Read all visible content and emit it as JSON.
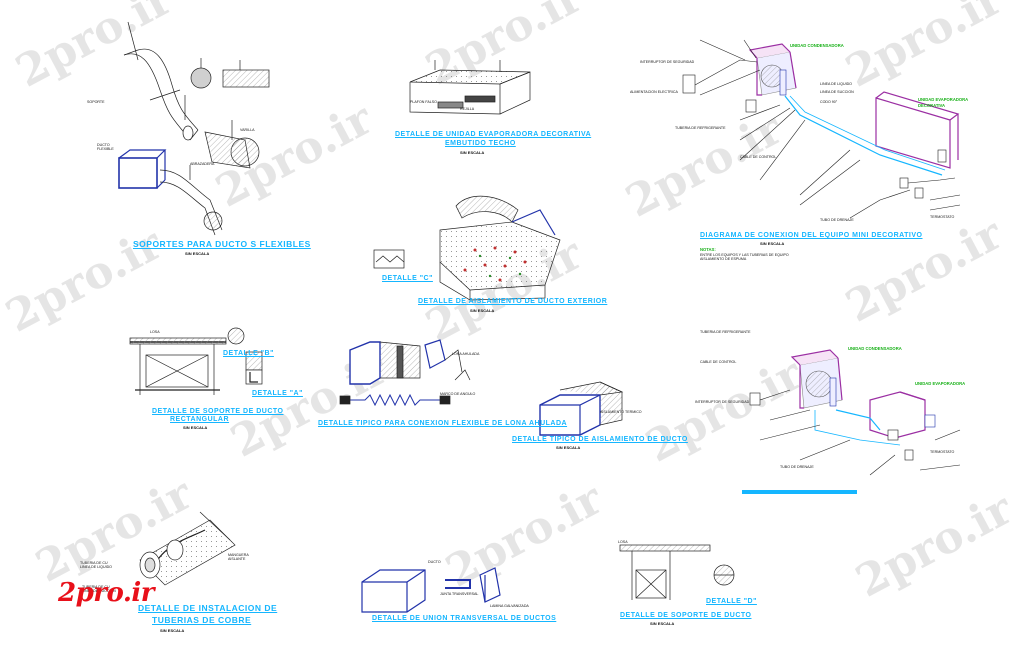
{
  "watermark": "2pro.ir",
  "logo": "2pro.ir",
  "titles": {
    "soporte_ducto": "SOPORTES PARA DUCTO S FLEXIBLES",
    "detalle_unidad": "DETALLE DE UNIDAD EVAPORADORA DECORATIVA",
    "detalle_unidad_2": "EMBUTIDO TECHO",
    "detalle_aislamiento": "DETALLE DE AISLAMIENTO DE DUCTO EXTERIOR",
    "diagrama": "DIAGRAMA DE CONEXION DEL EQUIPO MINI DECORATIVO",
    "detalle_soporte": "DETALLE DE SOPORTE DE DUCTO",
    "detalle_soporte_2": "RECTANGULAR",
    "detalle_conexion": "DETALLE TIPICO PARA CONEXION FLEXIBLE DE LONA AHULADA",
    "detalle_aislamiento_tipico": "DETALLE TIPICO DE AISLAMIENTO DE DUCTO",
    "tuberia_1": "DETALLE DE INSTALACION DE",
    "tuberia_2": "TUBERIAS DE COBRE",
    "union_ductos": "DETALLE DE UNION TRANSVERSAL DE DUCTOS",
    "soporte_tuberia": "DETALLE DE SOPORTE DE DUCTO",
    "soporte_tuberia_2": "SIN ESCALA",
    "detalle_a": "DETALLE \"A\"",
    "detalle_b": "DETALLE \"B\"",
    "detalle_c": "DETALLE \"C\"",
    "detalle_d": "DETALLE \"D\""
  },
  "scale_label": "SIN ESCALA",
  "labels": {
    "unidad_condensadora": "UNIDAD CONDENSADORA",
    "unidad_evaporadora": "UNIDAD EVAPORADORA",
    "unidad_evaporadora_2": "DECORATIVA",
    "notas": "NOTAS:",
    "abrazadera": "ABRAZADERA",
    "ducto_flexible": "DUCTO\nFLEXIBLE",
    "soporte": "SOPORTE",
    "varilla": "VARILLA",
    "losa": "LOSA",
    "tubo_cobre": "TUBERIA DE CU\nLINEA DE LIQUIDO",
    "tubo_cobre_2": "TUBERIA DE CU\nLINEA DE SUCCION",
    "manguera": "MANGUERA\nAISLANTE",
    "junta": "JUNTA TRANSVERSAL",
    "ducto": "DUCTO",
    "lamina": "LAMINA GALVANIZADA",
    "aislamiento": "AISLAMIENTO TERMICO",
    "lona": "LONA AHULADA",
    "marco": "MARCO DE ANGULO",
    "plafon": "PLAFON FALSO",
    "rejilla": "REJILLA",
    "tuberia_refrigerante": "TUBERIA DE REFRIGERANTE",
    "cable_control": "CABLE DE CONTROL",
    "tubo_drenaje": "TUBO DE DRENAJE",
    "interruptor": "INTERRUPTOR DE SEGURIDAD",
    "alimentacion": "ALIMENTACION ELECTRICA",
    "termostato": "TERMOSTATO",
    "linea_liquido": "LINEA DE LIQUIDO",
    "linea_succion": "LINEA DE SUCCION",
    "codo": "CODO 90°",
    "nota_texto": "ENTRE LOS EQUIPOS Y LAS TUBERIAS DE EQUIPO\nAISLAMIENTO DE ESPUMA"
  }
}
